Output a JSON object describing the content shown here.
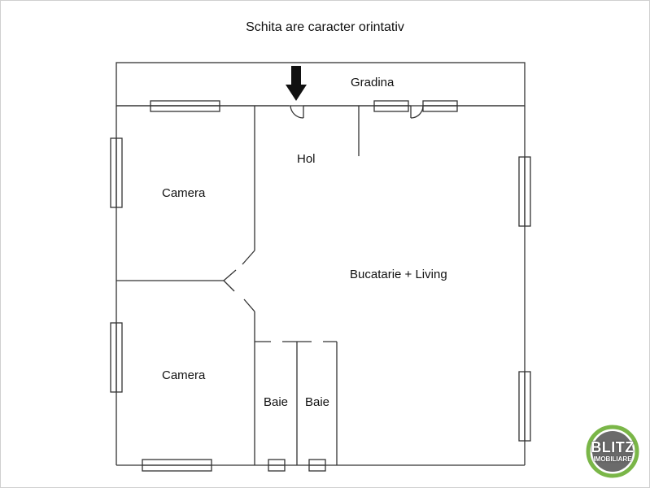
{
  "title": "Schita are caracter orintativ",
  "rooms": {
    "garden": "Gradina",
    "hall": "Hol",
    "bedroom_top": "Camera",
    "bedroom_bottom": "Camera",
    "kitchen_living": "Bucatarie + Living",
    "bath_left": "Baie",
    "bath_right": "Baie"
  },
  "logo": {
    "main": "BLITZ",
    "sub": "IMOBILIARE",
    "ring_color": "#7ab648"
  },
  "colors": {
    "wall": "#333333",
    "arrow": "#111111"
  }
}
